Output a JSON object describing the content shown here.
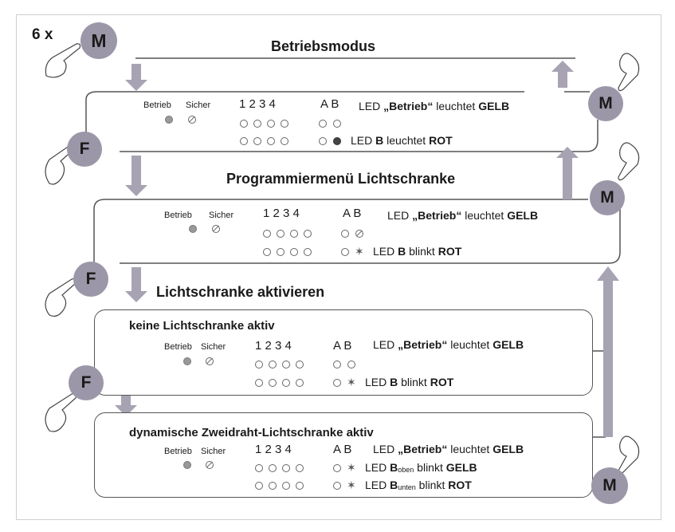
{
  "header": {
    "count": "6 x"
  },
  "buttons": {
    "mode": "M",
    "function": "F"
  },
  "titles": {
    "mode": "Betriebsmodus",
    "menu": "Programmiermenü Lichtschranke",
    "activate": "Lichtschranke aktivieren",
    "none": "keine Lichtschranke aktiv",
    "dynamic": "dynamische Zweidraht-Lichtschranke aktiv"
  },
  "panel": {
    "betrieb": "Betrieb",
    "sicher": "Sicher",
    "digits": "1 2 3 4",
    "ab": "A B"
  },
  "led": {
    "prefix": "LED",
    "betrieb_quoted": "„Betrieb“",
    "leuchtet": "leuchtet",
    "blinkt": "blinkt",
    "gelb": "GELB",
    "rot": "ROT",
    "b": "B",
    "oben": "oben",
    "unten": "unten"
  },
  "colors": {
    "button": "#9c97a8",
    "arrow": "#a7a3b3"
  }
}
